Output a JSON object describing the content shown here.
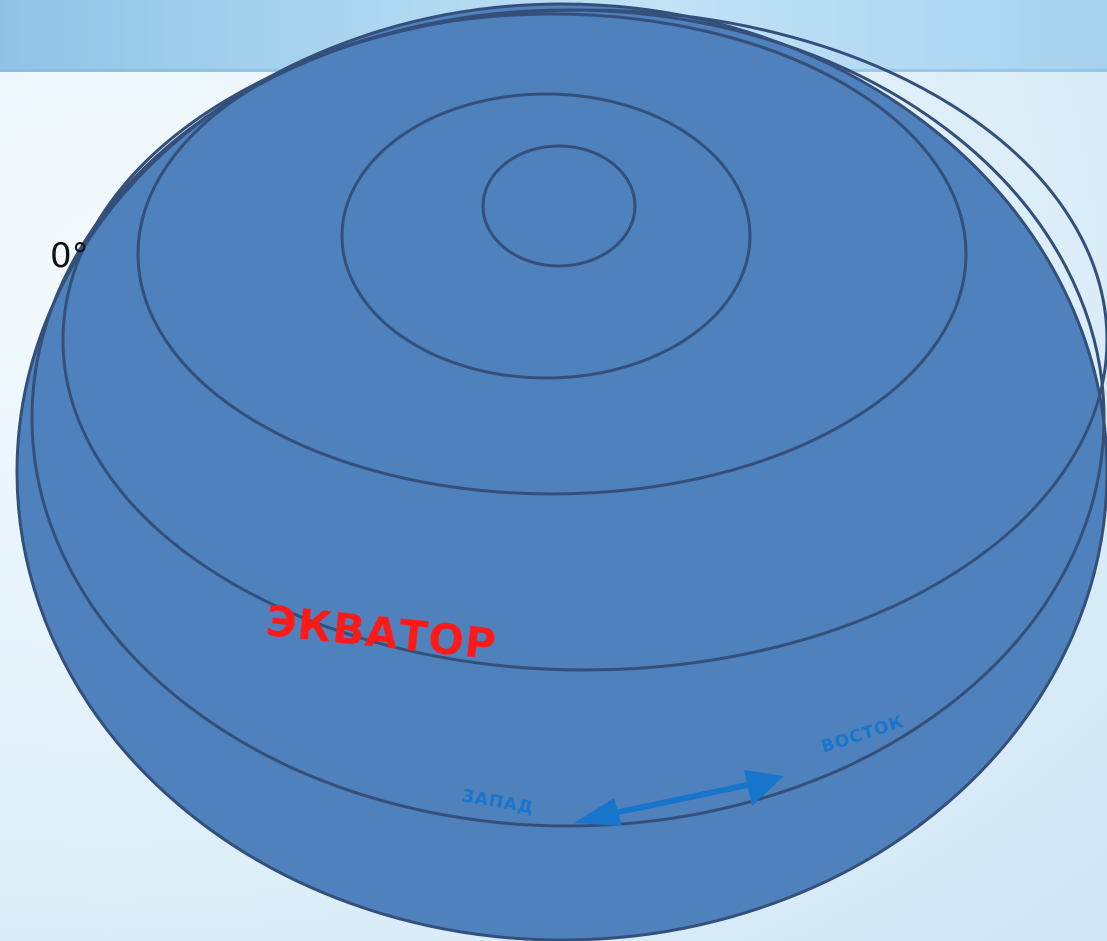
{
  "labels": {
    "degree": "0°",
    "equator": "ЭКВАТОР",
    "west": "ЗАПАД",
    "east": "ВОСТОК"
  },
  "colors": {
    "globe_fill": "#4f81bd",
    "globe_stroke": "#34507a",
    "equator_text": "#ff1a1a",
    "direction_text": "#1875cc",
    "arrow": "#1875cc",
    "degree_text": "#111111"
  }
}
